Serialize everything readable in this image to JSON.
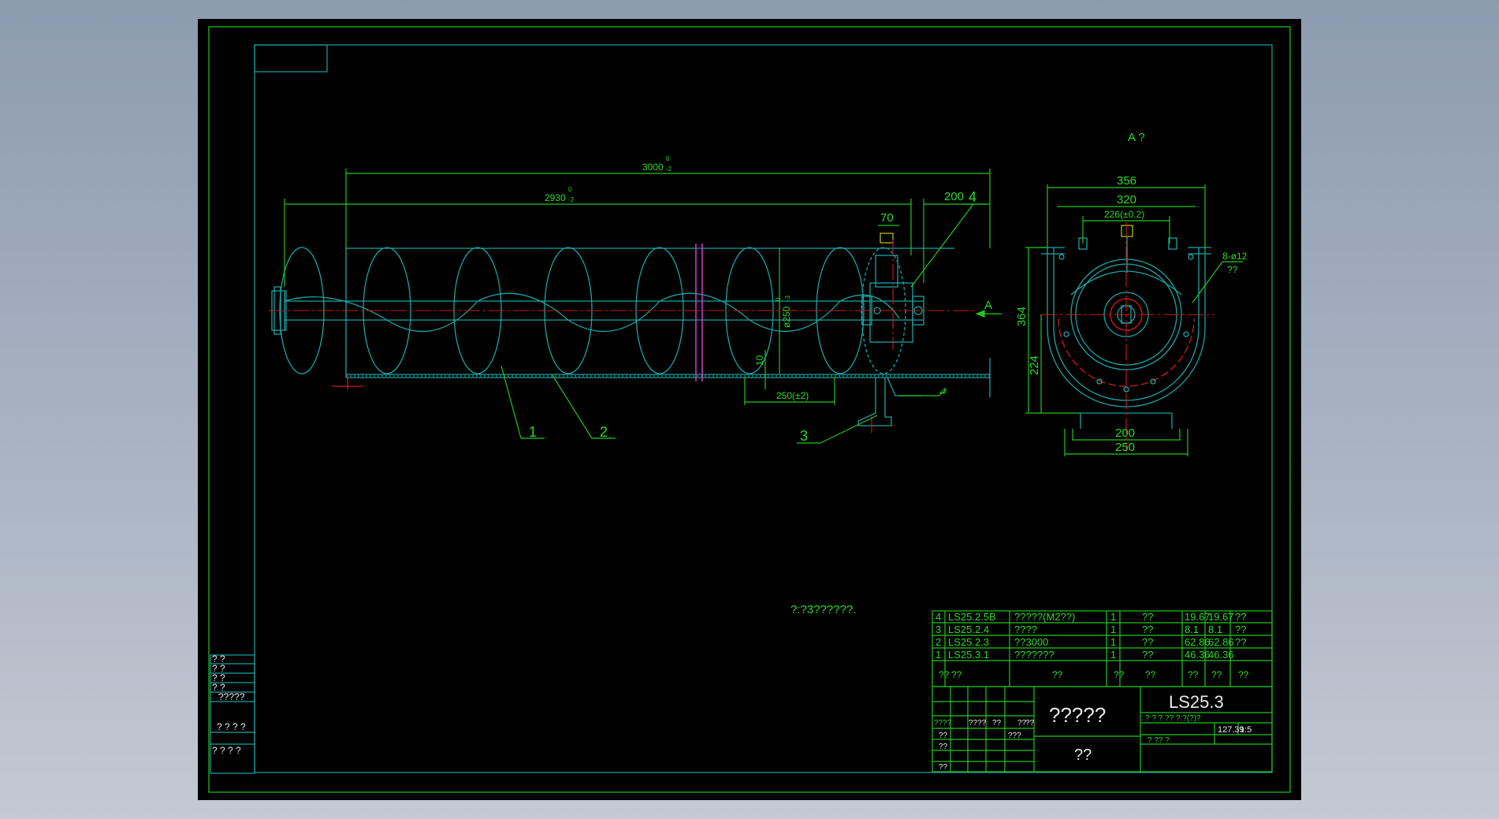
{
  "section_title": "A ?",
  "section_arrow_label": "A",
  "note_text": "?:?3??????.",
  "part_numbers": [
    "1",
    "2",
    "3",
    "4"
  ],
  "front_view_dims": {
    "overall_length": "3000",
    "overall_tol_upper": "0",
    "overall_tol_lower": "-2",
    "inner_length": "2930",
    "inner_tol_upper": "0",
    "inner_tol_lower": "-2",
    "end_length": "200",
    "bearing_width": "70",
    "pitch": "250(±2)",
    "thickness": "10",
    "diameter": "ø250",
    "dia_tol_upper": "0",
    "dia_tol_lower": "-3"
  },
  "section_view_dims": {
    "width_outer": "356",
    "width_mid": "320",
    "width_inner": "226(±0.2)",
    "height_total": "364",
    "height_center": "224",
    "base_inner": "200",
    "base_outer": "250",
    "holes": "8-ø12",
    "holes_note": "??"
  },
  "bom": {
    "rows": [
      {
        "no": "4",
        "code": "LS25.2.5B",
        "name": "?????(M2??)",
        "qty": "1",
        "mat": "??",
        "unit": "19.67",
        "total": "19.67",
        "note": "??"
      },
      {
        "no": "3",
        "code": "LS25.2.4",
        "name": "????",
        "qty": "1",
        "mat": "??",
        "unit": "8.1",
        "total": "8.1",
        "note": "??"
      },
      {
        "no": "2",
        "code": "LS25.2.3",
        "name": "??3000",
        "qty": "1",
        "mat": "??",
        "unit": "62.86",
        "total": "62.86",
        "note": "??"
      },
      {
        "no": "1",
        "code": "LS25.3.1",
        "name": "???????",
        "qty": "1",
        "mat": "??",
        "unit": "46.36",
        "total": "46.36",
        "note": ""
      }
    ],
    "header": {
      "no": "??",
      "code": "??",
      "name": "??",
      "qty": "??",
      "mat": "??",
      "unit": "??",
      "total": "??",
      "note": "??"
    }
  },
  "title_block": {
    "drawing_name": "?????",
    "drawing_no": "LS25.3",
    "unit_label": "??",
    "weight": "127.39",
    "scale": "1:5",
    "header_marks": "? ? ? ?? ?:?(?)?",
    "bottom_marks": "?          ??     ?",
    "left_rows": [
      "????",
      "????",
      "??",
      "??",
      "??"
    ],
    "left_marks": [
      "???",
      "??",
      "??",
      "??"
    ]
  },
  "revision_block": {
    "rows": [
      "? ?",
      "? ?",
      "? ?",
      "? ?"
    ],
    "check": "?????",
    "sign1": "? ? ? ?",
    "sign2": "? ? ?   ?"
  }
}
